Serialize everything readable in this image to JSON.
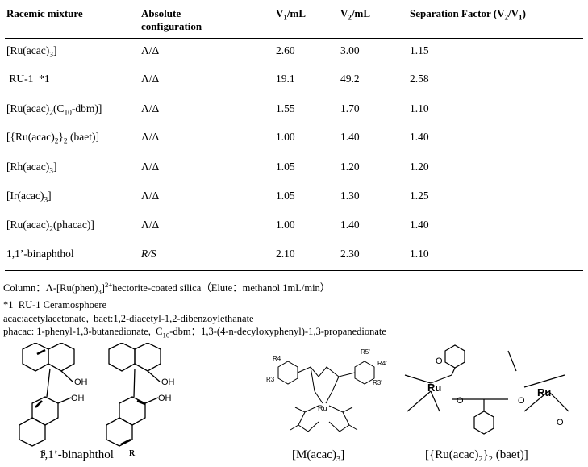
{
  "table": {
    "headers": {
      "mixture": "Racemic mixture",
      "config_line1": "Absolute",
      "config_line2": "configuration",
      "v1_prefix": "V",
      "v1_sub": "1",
      "v1_suffix": "/mL",
      "v2_prefix": "V",
      "v2_sub": "2",
      "v2_suffix": "/mL",
      "sep_prefix": "Separation Factor (V",
      "sep_sub2": "2",
      "sep_mid": "/V",
      "sep_sub1": "1",
      "sep_suffix": ")"
    },
    "rows": [
      {
        "mixture_parts": [
          "[Ru(acac)",
          "3",
          "]"
        ],
        "config": "Λ/Δ",
        "v1": "2.60",
        "v2": "3.00",
        "sep": "1.15"
      },
      {
        "mixture_parts": [
          " RU-1  *1"
        ],
        "config": "Λ/Δ",
        "v1": "19.1",
        "v2": "49.2",
        "sep": "2.58"
      },
      {
        "mixture_parts": [
          "[Ru(acac)",
          "2",
          "(C",
          "10",
          "-dbm)]"
        ],
        "config": "Λ/Δ",
        "v1": "1.55",
        "v2": "1.70",
        "sep": "1.10"
      },
      {
        "mixture_parts": [
          "[{Ru(acac)",
          "2",
          "}",
          "2",
          " (baet)]"
        ],
        "config": "Λ/Δ",
        "v1": "1.00",
        "v2": "1.40",
        "sep": "1.40"
      },
      {
        "mixture_parts": [
          "[Rh(acac)",
          "3",
          "]"
        ],
        "config": "Λ/Δ",
        "v1": "1.05",
        "v2": "1.20",
        "sep": "1.20"
      },
      {
        "mixture_parts": [
          "[Ir(acac)",
          "3",
          "]"
        ],
        "config": "Λ/Δ",
        "v1": "1.05",
        "v2": "1.30",
        "sep": "1.25"
      },
      {
        "mixture_parts": [
          "[Ru(acac)",
          "2",
          "(phacac)]"
        ],
        "config": "Λ/Δ",
        "v1": "1.00",
        "v2": "1.40",
        "sep": "1.40"
      },
      {
        "mixture_parts": [
          "1,1’-binaphthol"
        ],
        "config": "R/S",
        "v1": "2.10",
        "v2": "2.30",
        "sep": "1.10"
      }
    ]
  },
  "notes": {
    "line1_a": "Column：Λ-[Ru(phen)",
    "line1_sub": "3",
    "line1_b": "]",
    "line1_sup": "2+",
    "line1_c": "hectorite-coated silica（Elute：methanol 1mL/min）",
    "line2": "*1  RU-1 Ceramosphoere",
    "line3": "acac:acetylacetonate,  baet:1,2-diacetyl-1,2-dibenzoylethanate",
    "line4_a": "phacac: 1-phenyl-1,3-butanedionate,  C",
    "line4_sub": "10",
    "line4_b": "-dbm：1,3-(4-n-decyloxyphenyl)-1,3-propanedionate"
  },
  "figures": {
    "binaphthol": {
      "label_s": "S",
      "label_r": "R",
      "oh": "OH",
      "caption": "1,1’-binaphthol"
    },
    "macac": {
      "r4": "R4",
      "r3": "R3",
      "r5p": "R5'",
      "r4p": "R4'",
      "r3p": "R3'",
      "ru": "Ru",
      "caption_a": "[M(acac)",
      "caption_sub": "3",
      "caption_b": "]"
    },
    "baet": {
      "ru": "Ru",
      "o": "O",
      "caption_a": "[{Ru(acac)",
      "caption_sub1": "2",
      "caption_b": "}",
      "caption_sub2": "2",
      "caption_c": " (baet)]"
    }
  }
}
